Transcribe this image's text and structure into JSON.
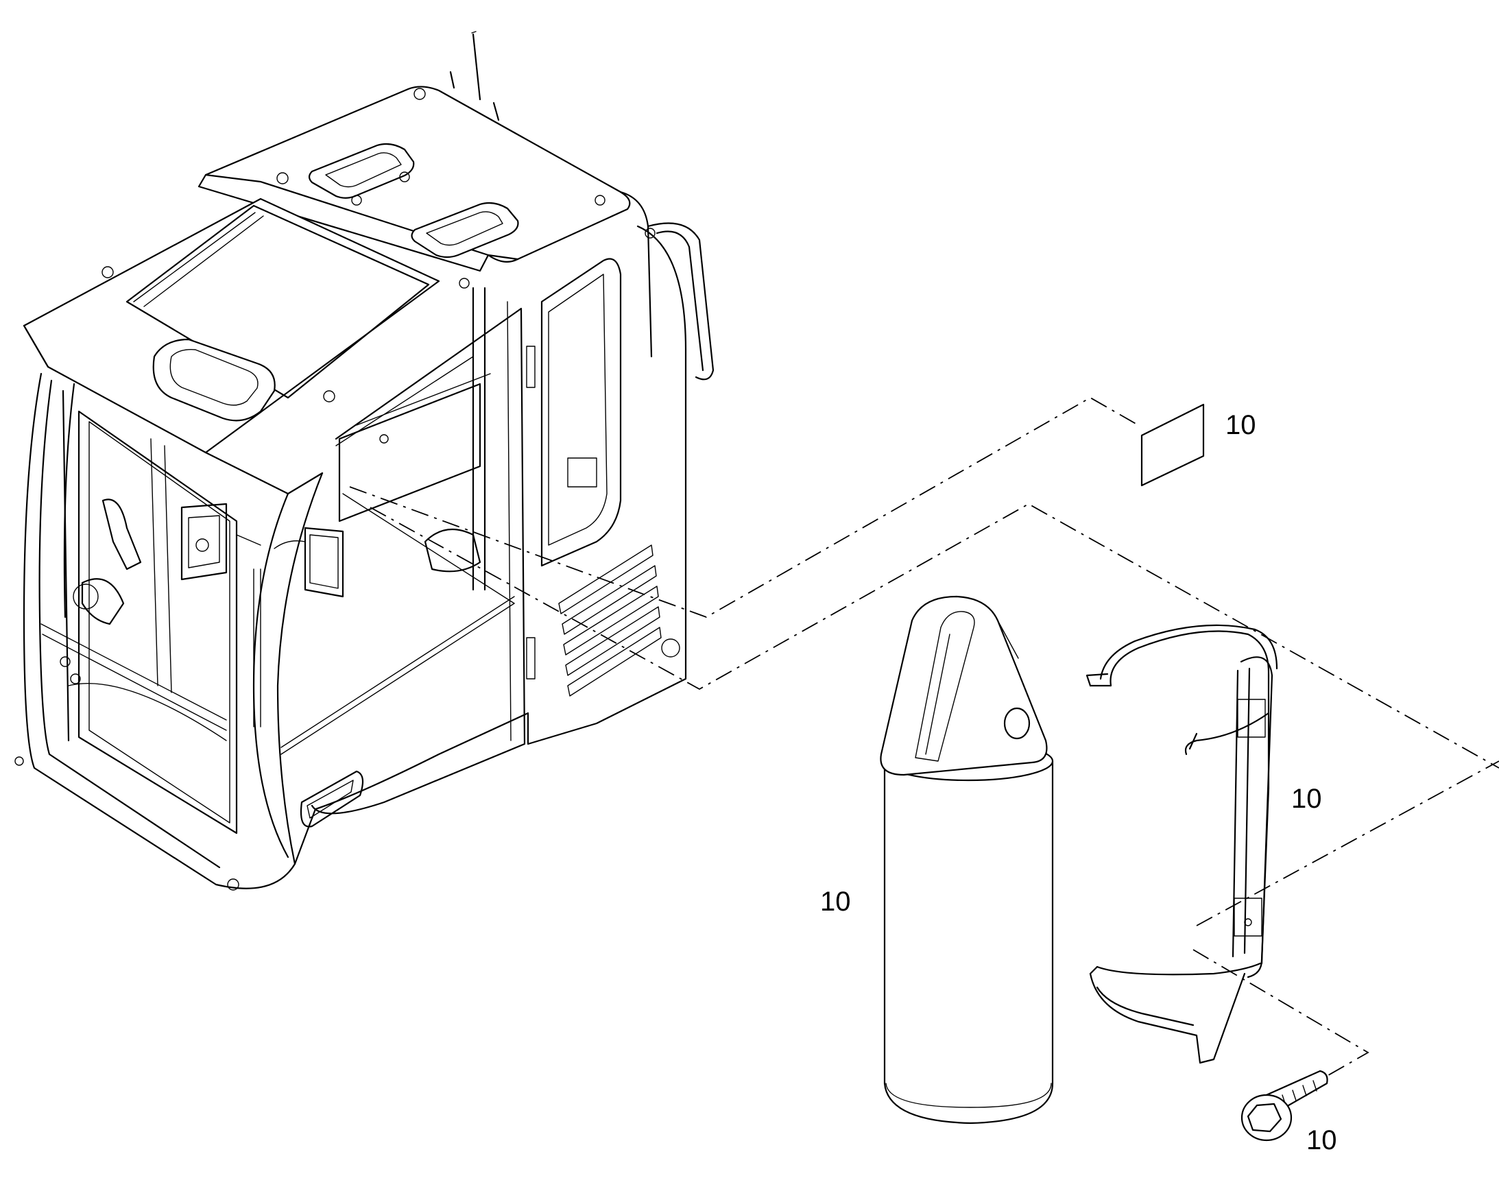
{
  "diagram": {
    "type": "exploded-parts-view",
    "callouts": [
      {
        "id": "label-decal",
        "text": "10"
      },
      {
        "id": "fire-extinguisher-bracket",
        "text": "10"
      },
      {
        "id": "fire-extinguisher",
        "text": "10"
      },
      {
        "id": "mounting-screw",
        "text": "10"
      }
    ]
  }
}
